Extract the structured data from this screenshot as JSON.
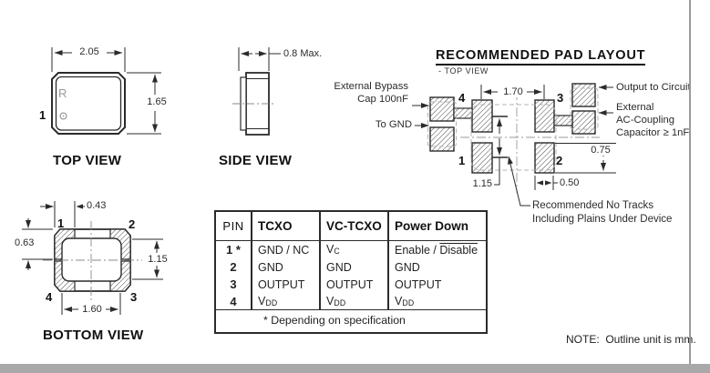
{
  "note": "NOTE:  Outline unit is mm.",
  "top_view": {
    "title": "TOP VIEW",
    "dim_width": "2.05",
    "dim_height": "1.65",
    "pin1": "1",
    "marking": "R"
  },
  "side_view": {
    "title": "SIDE VIEW",
    "dim_thickness": "0.8 Max."
  },
  "bottom_view": {
    "title": "BOTTOM VIEW",
    "pin_tl": "1",
    "pin_tr": "2",
    "pin_br": "3",
    "pin_bl": "4",
    "dim_pad_width": "0.43",
    "dim_pad_height": "0.63",
    "dim_inner_height": "1.15",
    "dim_inner_width": "1.60"
  },
  "pad_layout": {
    "title": "RECOMMENDED PAD LAYOUT",
    "subtitle": "- TOP VIEW",
    "pin1": "1",
    "pin2": "2",
    "pin3": "3",
    "pin4": "4",
    "dim_pitch_x": "1.70",
    "dim_pitch_y": "1.15",
    "dim_pad_height": "0.75",
    "dim_pad_width": "0.50",
    "labels": {
      "bypass_line1": "External Bypass",
      "bypass_line2": "Cap 100nF",
      "to_gnd": "To GND",
      "output": "Output to Circuit",
      "ac_line1": "External",
      "ac_line2": "AC-Coupling",
      "ac_line3": "Capacitor ≥ 1nF",
      "no_tracks_line1": "Recommended No Tracks",
      "no_tracks_line2": "Including Plains Under Device"
    }
  },
  "pin_table": {
    "headers": [
      "PIN",
      "TCXO",
      "VC-TCXO",
      "Power Down"
    ],
    "rows": [
      {
        "pin": "1 *",
        "cells": [
          {
            "text": "GND / NC"
          },
          {
            "base": "V",
            "sub": "C"
          },
          {
            "text": "Enable / ",
            "overline": "Disable"
          }
        ]
      },
      {
        "pin": "2",
        "cells": [
          {
            "text": "GND"
          },
          {
            "text": "GND"
          },
          {
            "text": "GND"
          }
        ]
      },
      {
        "pin": "3",
        "cells": [
          {
            "text": "OUTPUT"
          },
          {
            "text": "OUTPUT"
          },
          {
            "text": "OUTPUT"
          }
        ]
      },
      {
        "pin": "4",
        "cells": [
          {
            "base": "V",
            "sub": "DD"
          },
          {
            "base": "V",
            "sub": "DD"
          },
          {
            "base": "V",
            "sub": "DD"
          }
        ]
      }
    ],
    "footnote": "* Depending on specification"
  }
}
